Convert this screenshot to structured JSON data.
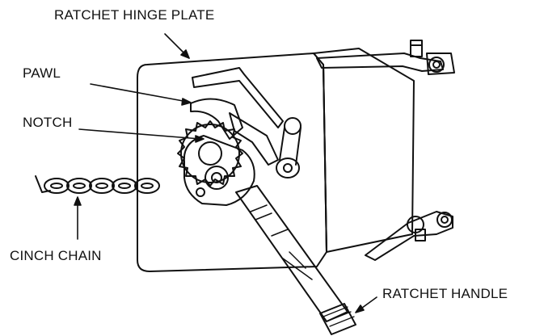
{
  "labels": {
    "hinge_plate": "RATCHET HINGE PLATE",
    "pawl": "PAWL",
    "notch": "NOTCH",
    "cinch_chain": "CINCH CHAIN",
    "ratchet_handle": "RATCHET HANDLE"
  },
  "colors": {
    "line": "#111111",
    "background": "#ffffff"
  }
}
